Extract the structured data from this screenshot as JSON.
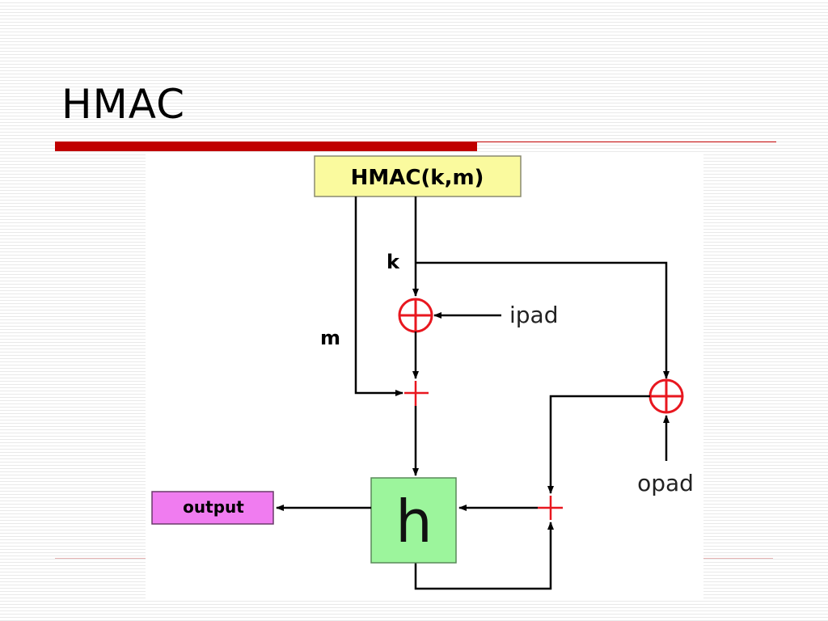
{
  "slide": {
    "title": "HMAC"
  },
  "diagram": {
    "top_box": "HMAC(k,m)",
    "key_label": "k",
    "message_label": "m",
    "ipad_label": "ipad",
    "opad_label": "opad",
    "hash_label": "h",
    "output_label": "output"
  },
  "colors": {
    "title_bar": "#c00000",
    "top_box_fill": "#fafa9e",
    "hash_box_fill": "#9cf59c",
    "output_box_fill": "#f07cf0",
    "operator": "#e8171f"
  }
}
